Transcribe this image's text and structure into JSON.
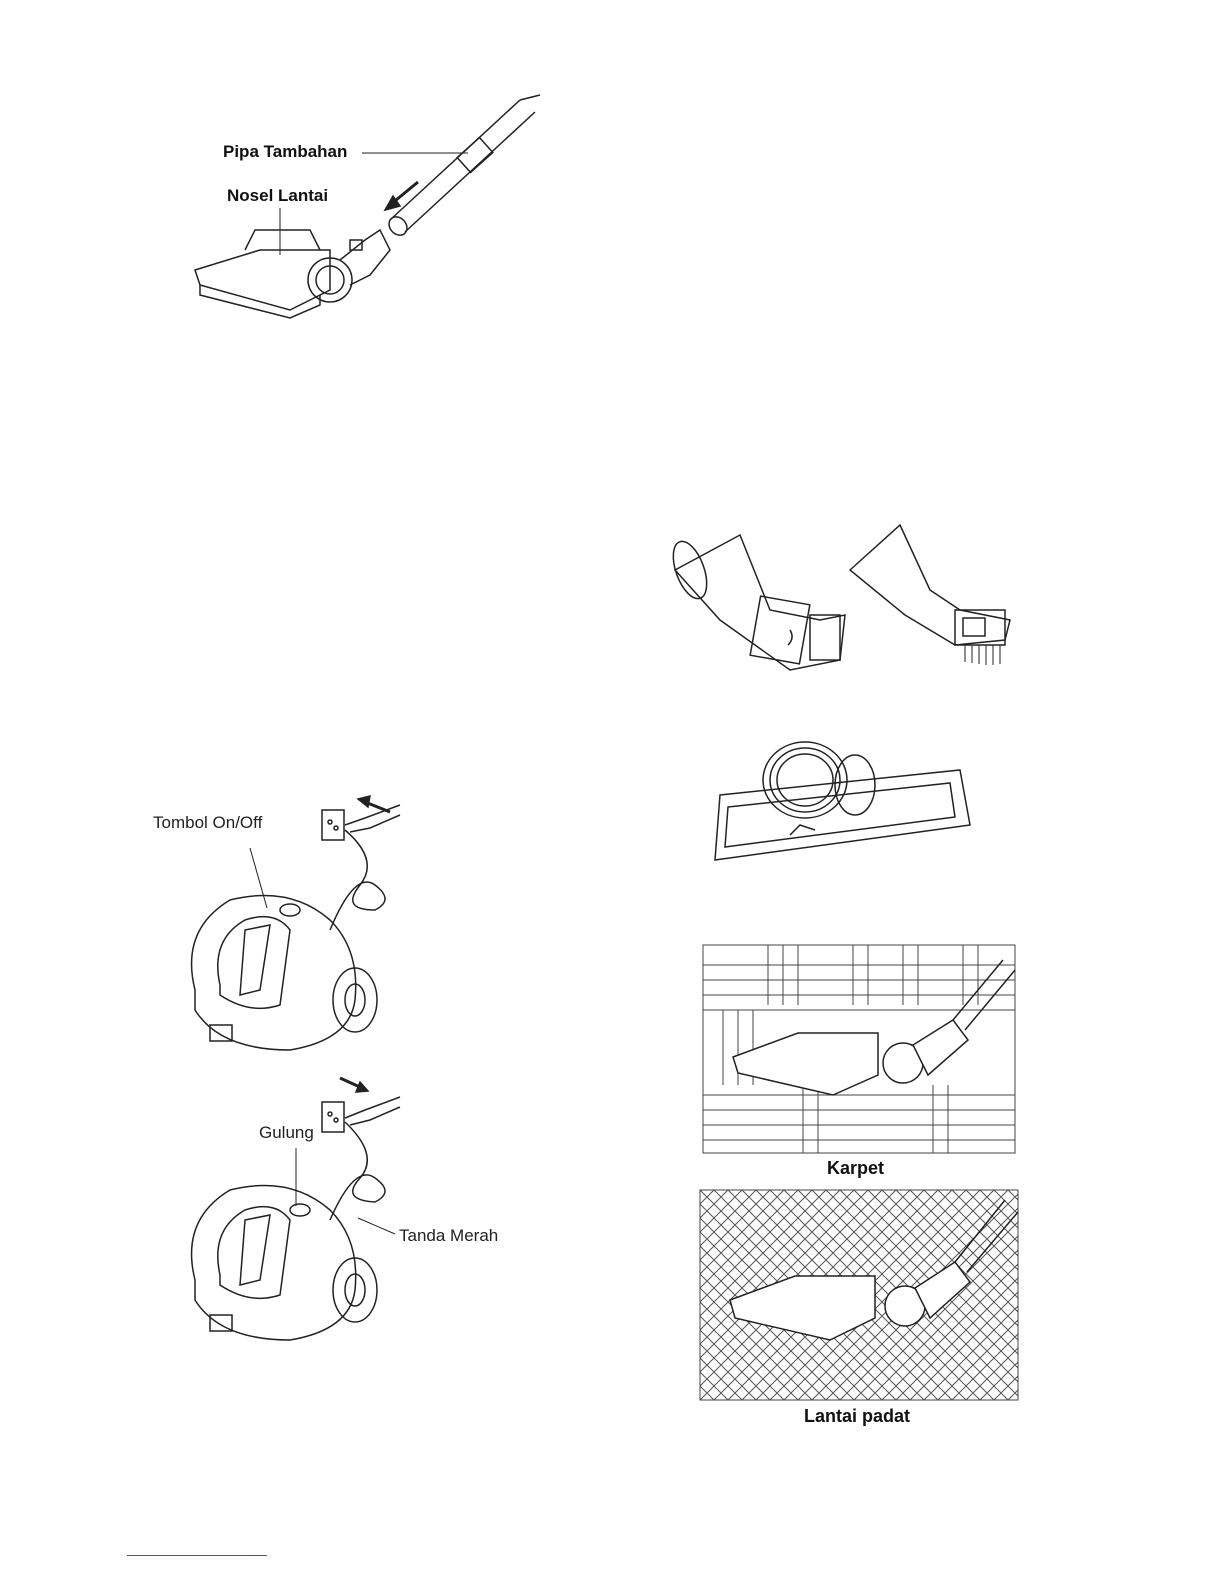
{
  "figure1": {
    "pipe_label": "Pipa Tambahan",
    "nozzle_label": "Nosel Lantai"
  },
  "figure2": {
    "button_label": "Tombol On/Off"
  },
  "figure3": {
    "rewind_label": "Gulung",
    "mark_label": "Tanda Merah"
  },
  "figure_carpet": {
    "caption": "Karpet"
  },
  "figure_hardfloor": {
    "caption": "Lantai padat"
  },
  "icons": [
    "floor-nozzle-icon",
    "extension-pipe-icon",
    "vacuum-cleaner-icon",
    "wall-socket-icon",
    "crevice-tool-icon",
    "brush-tool-icon",
    "upholstery-nozzle-icon"
  ],
  "colors": {
    "line": "#222222",
    "footer_rule": "#3355cc"
  }
}
